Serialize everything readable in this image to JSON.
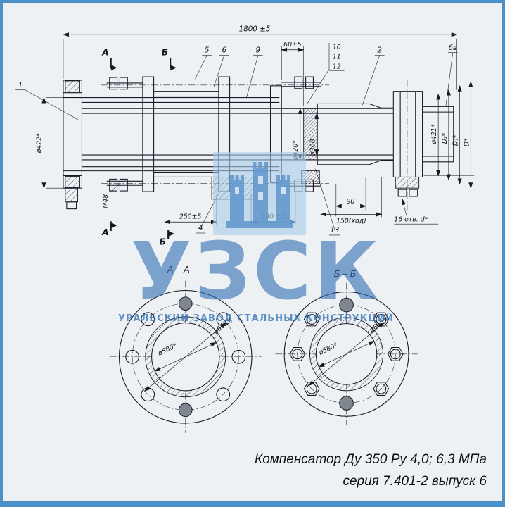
{
  "caption": {
    "line1": "Компенсатор Ду 350 Ру 4,0; 6,3 МПа",
    "line2": "серия 7.401-2 выпуск 6"
  },
  "watermark": {
    "logo_text": "УЗСК",
    "subtitle": "УРАЛЬСКИЙ ЗАВОД СТАЛЬНЫХ КОНСТРУКЦИЙ"
  },
  "drawing": {
    "dims": {
      "overall": "1800 ±5",
      "d60": "60±5",
      "d250": "250±5",
      "d180": "180 ±5",
      "d90": "90",
      "d150": "150(ход)",
      "holes16": "16 отв. d*",
      "dia422": "ø422*",
      "dia420": "ø420*",
      "dia368": "ø368",
      "dia421": "ø421*",
      "dD2": "D₂*",
      "dD1": "D₁*",
      "dD": "D*",
      "m48": "М48",
      "dia580": "ø580*",
      "dia665": "ø665*"
    },
    "callouts": {
      "c1": "1",
      "c2": "2",
      "c4": "4",
      "c5": "5",
      "c6": "6",
      "c9": "9",
      "c10": "10",
      "c11": "11",
      "c12": "12",
      "c13": "13",
      "cbv": "бв"
    },
    "sections": {
      "a": "А",
      "b": "Б",
      "view_aa": "А – А",
      "view_bb": "Б – Б"
    }
  }
}
